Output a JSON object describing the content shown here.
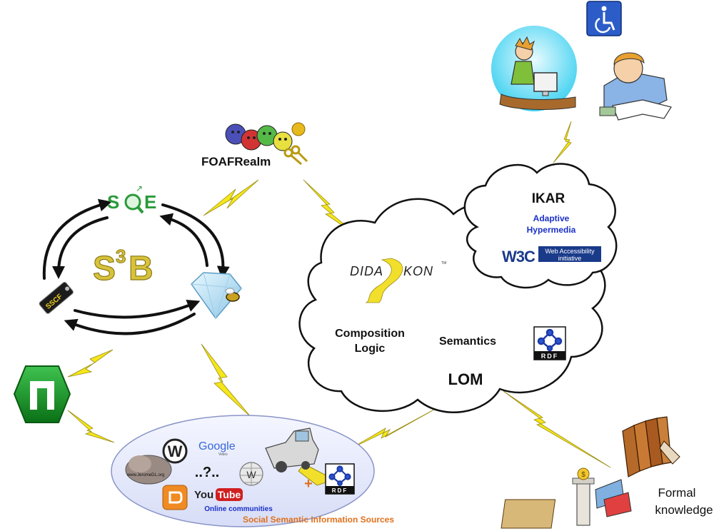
{
  "diagram": {
    "center_title": {
      "main": "S",
      "sup": "3",
      "tail": "B"
    },
    "sqe_logo": {
      "s": "S",
      "e": "E"
    },
    "sscf_tag": "SSCF",
    "foafrealm": "FOAFRealm",
    "didaskon": {
      "left": "DIDA",
      "right": "KON",
      "tm": "TM"
    },
    "cloud_didaskon": {
      "composition": "Composition",
      "logic": "Logic",
      "semantics": "Semantics",
      "lom": "LOM",
      "rdf": "RDF"
    },
    "cloud_ikar": {
      "title": "IKAR",
      "line1": "Adaptive",
      "line2": "Hypermedia",
      "w3c": "W3C",
      "wai1": "Web Accessibility",
      "wai2": "initiative"
    },
    "sources": {
      "google": "Google",
      "google_sub": "Video",
      "jerome": "www.JeromeDL.org",
      "dots": "..?..",
      "youtube_you": "You",
      "youtube_tube": "Tube",
      "online": "Online communities",
      "plus": "+",
      "rdf": "RDF",
      "caption": "Social Semantic Information Sources"
    },
    "formal": {
      "line1": "Formal",
      "line2": "knowledge"
    },
    "colors": {
      "bolt": "#f5e61a",
      "s3b": "#d7c23a",
      "sqe": "#2a9a3a",
      "caption": "#e0701c",
      "ikar_blue": "#1a2fc8",
      "hex_green": "#0f8a1c",
      "w3c_blue": "#1a3a8a"
    }
  }
}
